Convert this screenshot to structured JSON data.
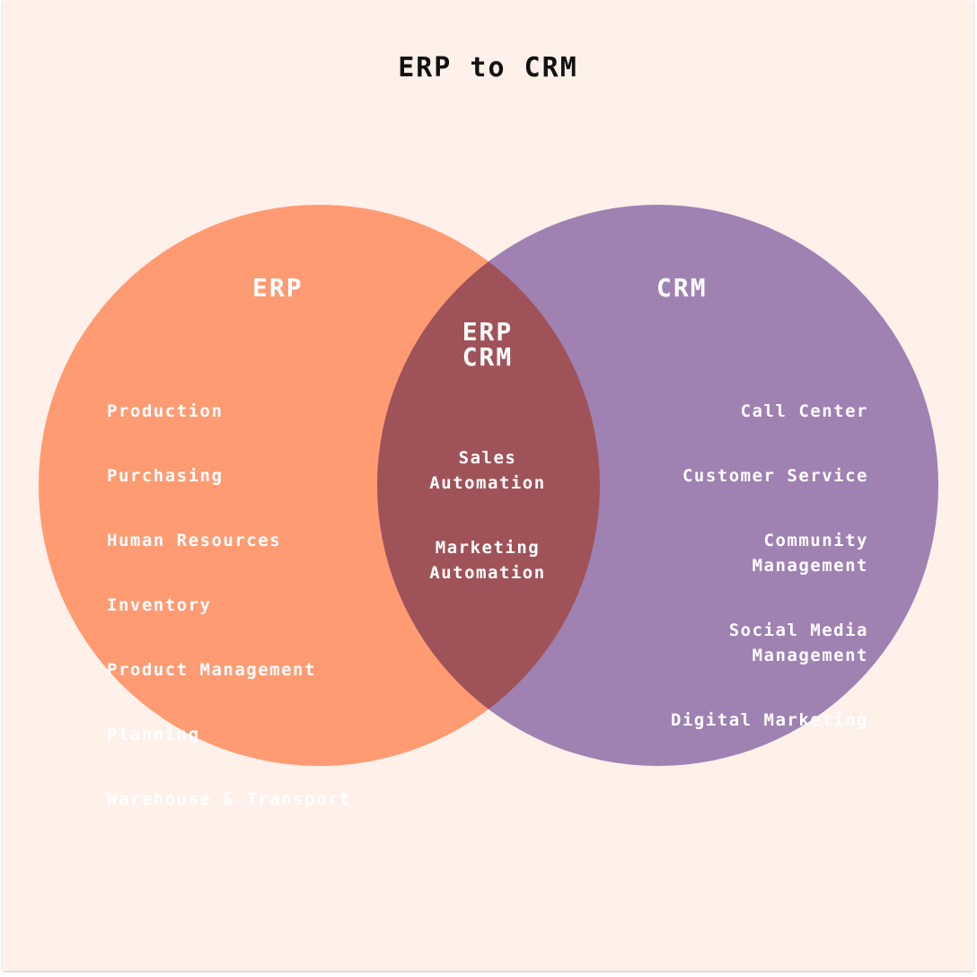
{
  "title": "ERP to CRM",
  "colors": {
    "background": "#fff0ea",
    "erp_circle": "#ff9b73",
    "crm_circle": "#7a5bab",
    "text": "#ffffff",
    "title_text": "#111111"
  },
  "sets": {
    "erp": {
      "label": "ERP",
      "items": [
        "Production",
        "Purchasing",
        "Human Resources",
        "Inventory",
        "Product Management",
        "Planning",
        "Warehouse & Transport"
      ]
    },
    "intersection": {
      "label": "ERP\nCRM",
      "items": [
        "Sales\nAutomation",
        "Marketing\nAutomation"
      ]
    },
    "crm": {
      "label": "CRM",
      "items": [
        "Call Center",
        "Customer Service",
        "Community\nManagement",
        "Social Media\nManagement",
        "Digital Marketing"
      ]
    }
  }
}
